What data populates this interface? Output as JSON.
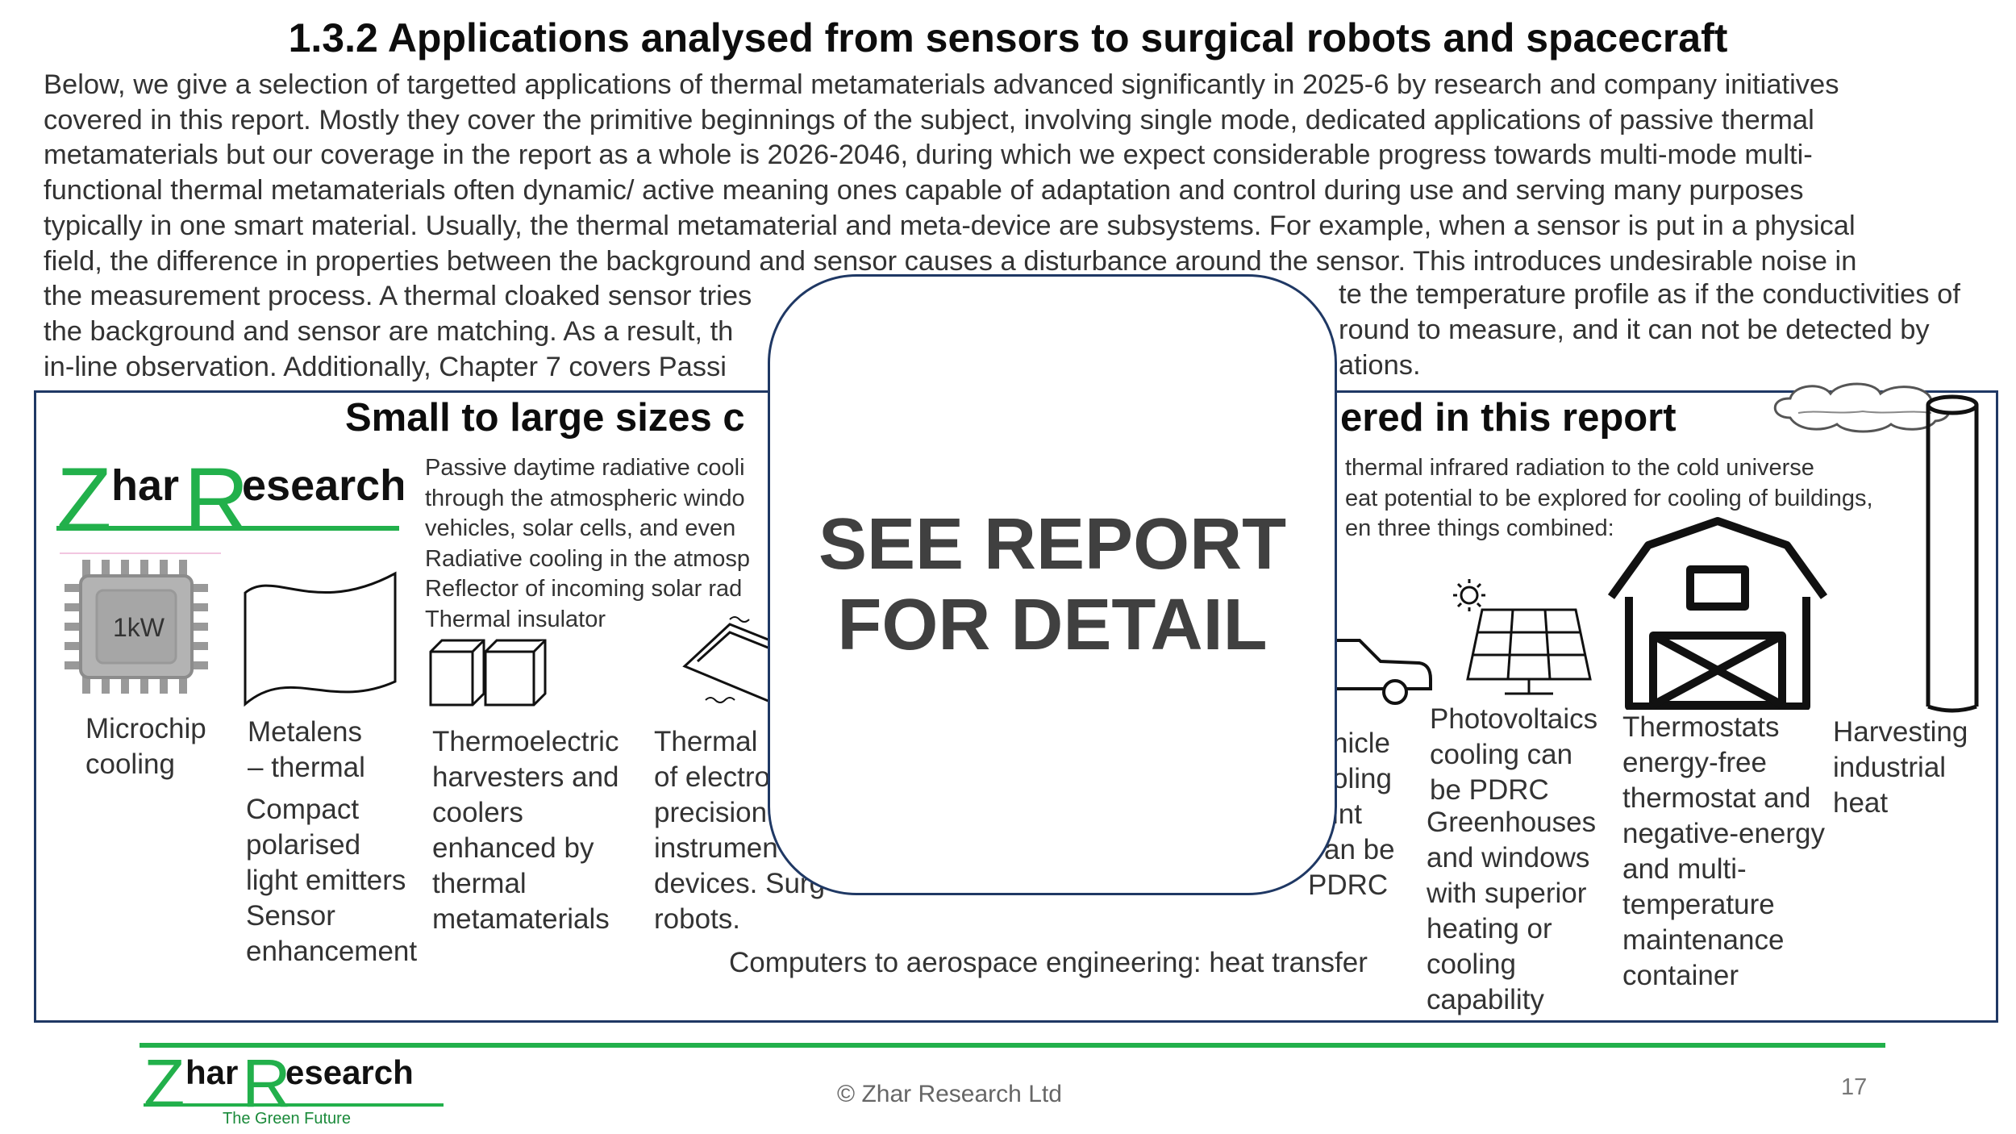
{
  "title": "1.3.2 Applications analysed from sensors to surgical robots and spacecraft",
  "intro_lines": [
    "Below, we give a selection of targetted applications of thermal metamaterials advanced significantly in 2025-6 by research and company initiatives",
    "covered in this report. Mostly they cover the primitive beginnings of the subject, involving single mode, dedicated applications of passive thermal",
    "metamaterials but our coverage in the report as a whole is 2026-2046, during which we expect considerable progress towards multi-mode multi-",
    "functional thermal metamaterials often dynamic/ active meaning ones capable of adaptation and control during use and serving many purposes",
    "typically in one smart material. Usually, the thermal metamaterial and meta-device are subsystems. For example, when a sensor is put in a physical",
    "field, the difference in properties between the background and sensor causes a disturbance around the sensor. This introduces undesirable noise in",
    "the measurement process. A thermal cloaked sensor tries",
    "the background and sensor are matching. As a result, th",
    "in-line observation. Additionally, Chapter 7 covers Passi"
  ],
  "intro_tail": [
    "",
    "",
    "",
    "",
    "",
    "",
    "te the temperature profile as if the conductivities of",
    "round to measure, and it can not be detected by",
    "ations."
  ],
  "panel": {
    "subtitle_left": "Small to large sizes c",
    "subtitle_right": "ered in this report",
    "pdrc_left": [
      "Passive daytime radiative cooli",
      "through the atmospheric windo",
      "vehicles, solar cells, and even",
      "Radiative cooling in the atmosp",
      "Reflector of incoming solar rad",
      "Thermal insulator"
    ],
    "pdrc_right": [
      "thermal infrared radiation to the cold universe",
      "eat potential to be explored for cooling of buildings,",
      "en three things combined:"
    ],
    "chip_label": "1kW",
    "microchip": [
      "Microchip",
      "cooling"
    ],
    "metalens": [
      "Metalens",
      "– thermal"
    ],
    "metalens_uses": [
      "Compact",
      "polarised",
      "light emitters",
      "Sensor",
      "enhancement"
    ],
    "thermoelectric": [
      "Thermoelectric",
      "harvesters and",
      "coolers",
      "enhanced by",
      "thermal",
      "metamaterials"
    ],
    "thermal_mgmt": [
      "Thermal",
      "of electro",
      "precision",
      "instrumen",
      "devices. Surg",
      "robots."
    ],
    "vehicle": [
      "hicle",
      "oling",
      "int",
      "an be",
      "PDRC"
    ],
    "photovoltaics": [
      "Photovoltaics",
      "cooling can",
      "be PDRC"
    ],
    "greenhouses": [
      "Greenhouses",
      "and windows",
      "with superior",
      "heating or",
      "cooling",
      "capability"
    ],
    "thermostats": [
      "Thermostats",
      "energy-free",
      "thermostat and",
      "negative-energy",
      "and multi-",
      "temperature",
      "maintenance",
      "container"
    ],
    "harvesting": [
      "Harvesting",
      "industrial",
      "heat"
    ],
    "footer_caption": "Computers to aerospace engineering: heat transfer"
  },
  "overlay": {
    "line1": "SEE REPORT",
    "line2": "FOR DETAIL"
  },
  "logo": {
    "z": "Z",
    "har": "har",
    "r": "R",
    "esearch": "esearch",
    "tagline": "The Green Future"
  },
  "copyright": "© Zhar Research Ltd",
  "page_number": "17",
  "colors": {
    "logo_green": "#22b04b",
    "panel_border": "#1f3864",
    "overlay_text": "#404040"
  }
}
